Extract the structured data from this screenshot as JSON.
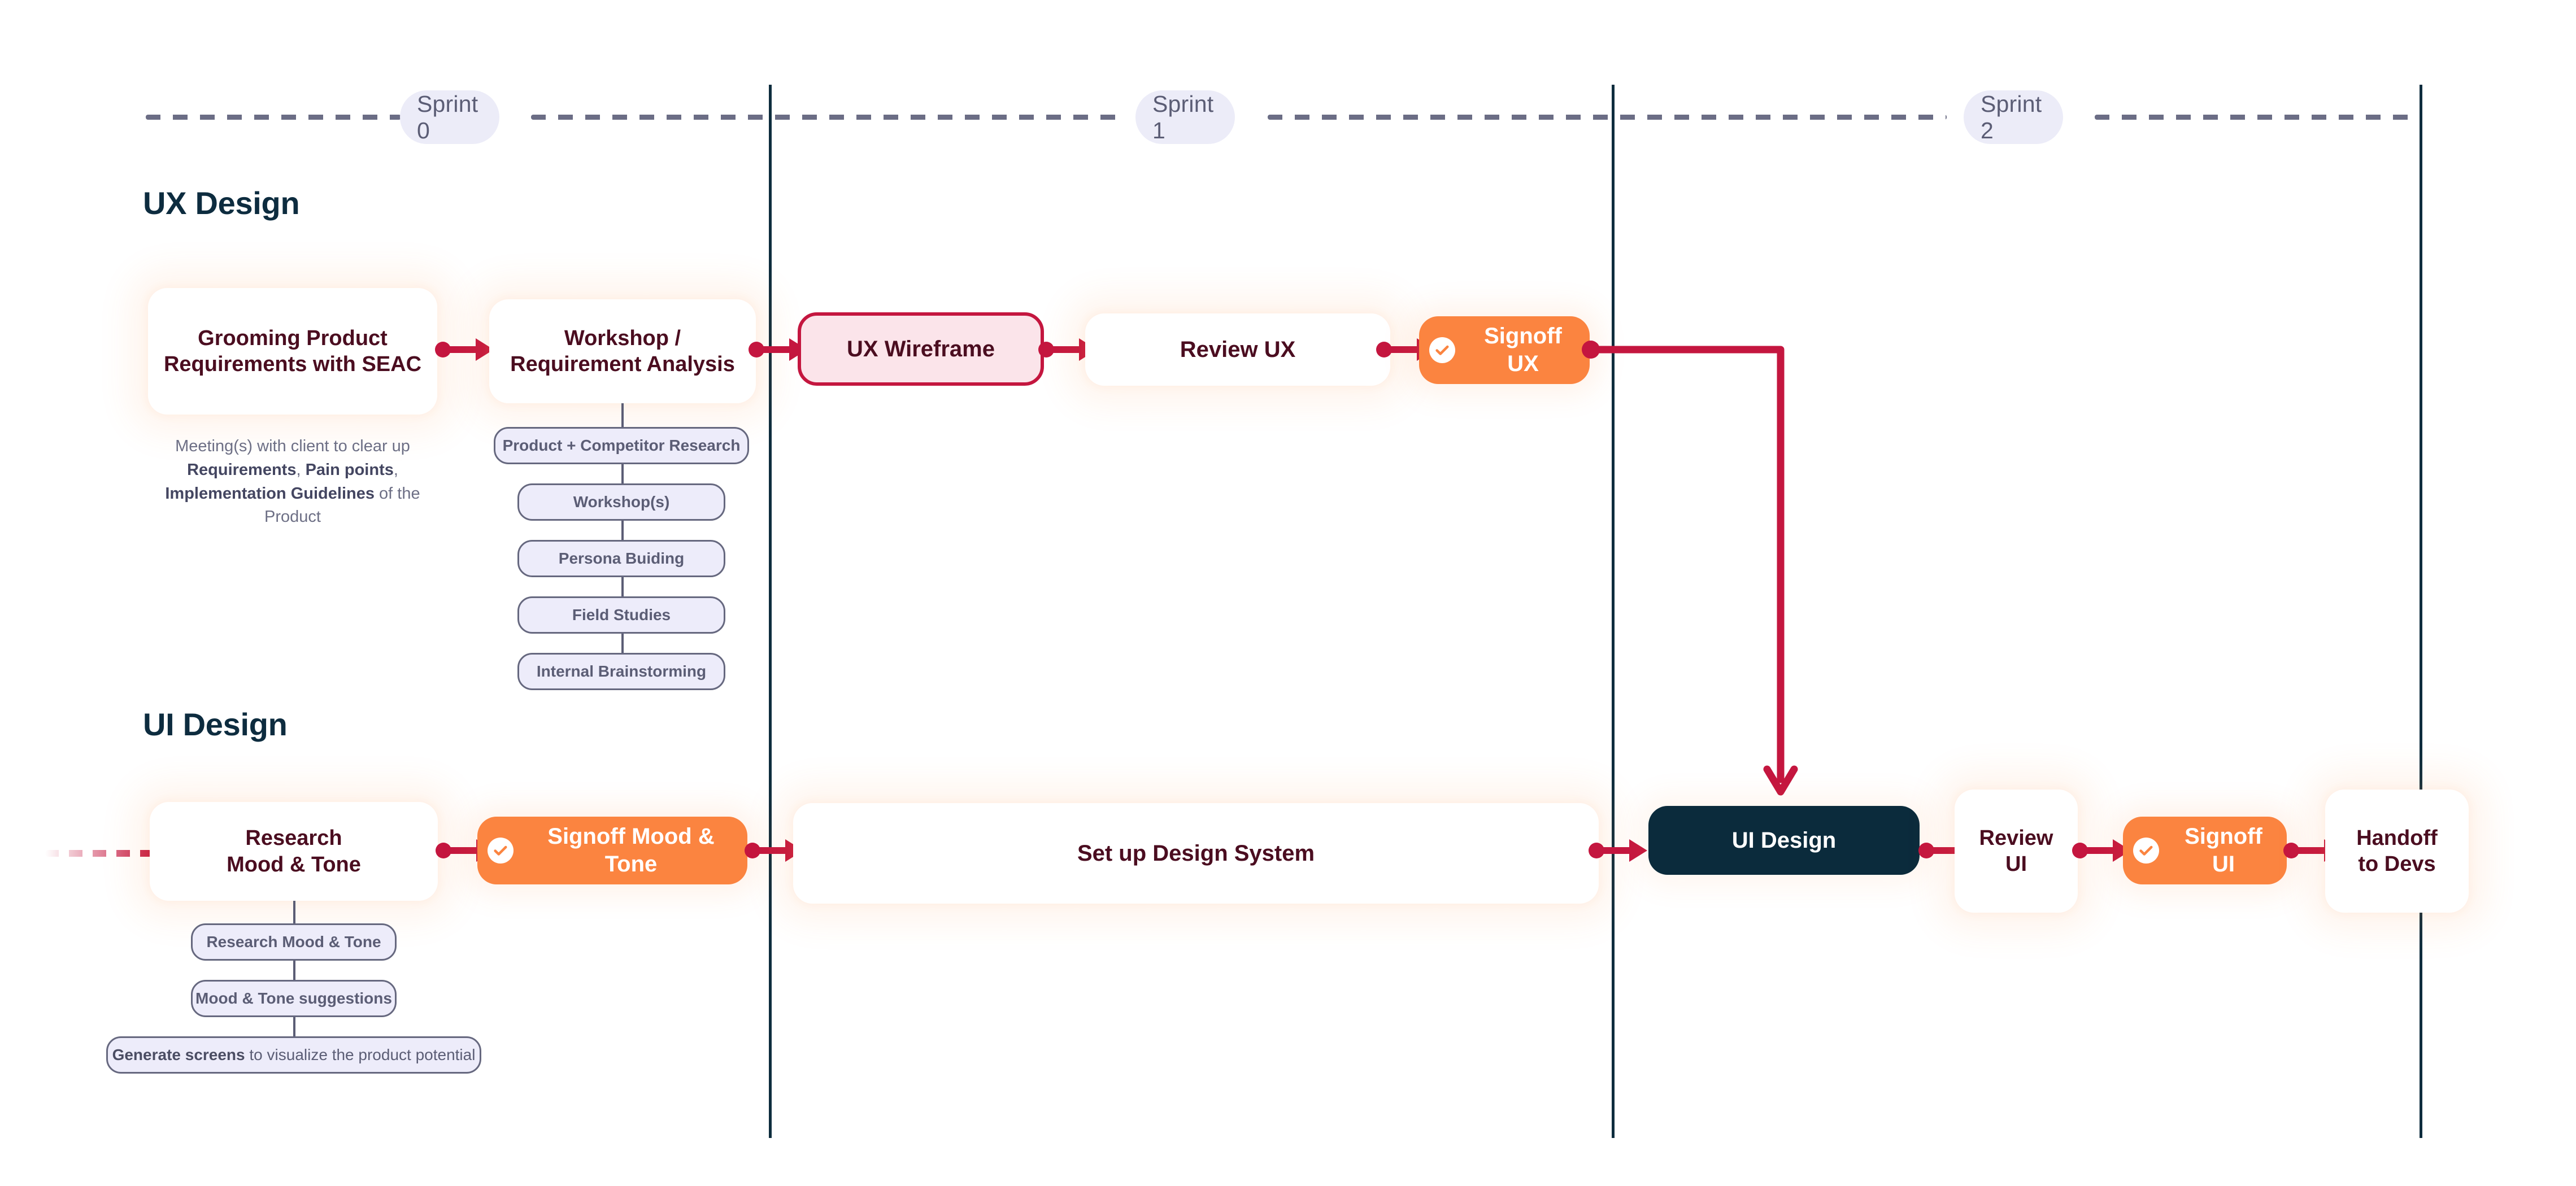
{
  "timeline": {
    "sprints": [
      {
        "label": "Sprint 0"
      },
      {
        "label": "Sprint 1"
      },
      {
        "label": "Sprint 2"
      }
    ]
  },
  "sections": {
    "ux": {
      "title": "UX Design"
    },
    "ui": {
      "title": "UI Design"
    }
  },
  "ux_row": {
    "grooming": {
      "label": "Grooming Product Requirements with SEAC"
    },
    "grooming_caption": {
      "line1": "Meeting(s) with client to clear up",
      "bold1": "Requirements",
      "sep1": ", ",
      "bold2": "Pain points",
      "sep2": ",",
      "bold3": "Implementation Guidelines",
      "tail": " of the Product"
    },
    "workshop": {
      "label_line1": "Workshop /",
      "label_line2": "Requirement Analysis"
    },
    "workshop_subitems": [
      {
        "label": "Product + Competitor Research"
      },
      {
        "label": "Workshop(s)"
      },
      {
        "label": "Persona Buiding"
      },
      {
        "label": "Field Studies"
      },
      {
        "label": "Internal Brainstorming"
      }
    ],
    "wireframe": {
      "label": "UX Wireframe"
    },
    "review": {
      "label": "Review UX"
    },
    "signoff": {
      "label": "Signoff UX",
      "icon": "check-circle-icon"
    }
  },
  "ui_row": {
    "research": {
      "label_line1": "Research",
      "label_line2": "Mood & Tone"
    },
    "research_subitems": [
      {
        "label": "Research Mood & Tone"
      },
      {
        "label": "Mood & Tone suggestions"
      }
    ],
    "generate_chip": {
      "bold": "Generate screens",
      "rest": " to visualize the product potential"
    },
    "signoff_mood": {
      "label": "Signoff Mood & Tone",
      "icon": "check-circle-icon"
    },
    "design_system": {
      "label": "Set up Design System"
    },
    "ui_design": {
      "label": "UI Design"
    },
    "review_ui": {
      "label_line1": "Review",
      "label_line2": "UI"
    },
    "signoff_ui": {
      "label": "Signoff UI",
      "icon": "check-circle-icon"
    },
    "handoff": {
      "label_line1": "Handoff",
      "label_line2": "to Devs"
    }
  },
  "colors": {
    "crimson": "#c4163f",
    "orange": "#fb8440",
    "dark_navy": "#0b2b3c",
    "maroon_text": "#4b0d20",
    "lavender_chip": "#edecfa",
    "slate_text": "#5b5d75"
  }
}
